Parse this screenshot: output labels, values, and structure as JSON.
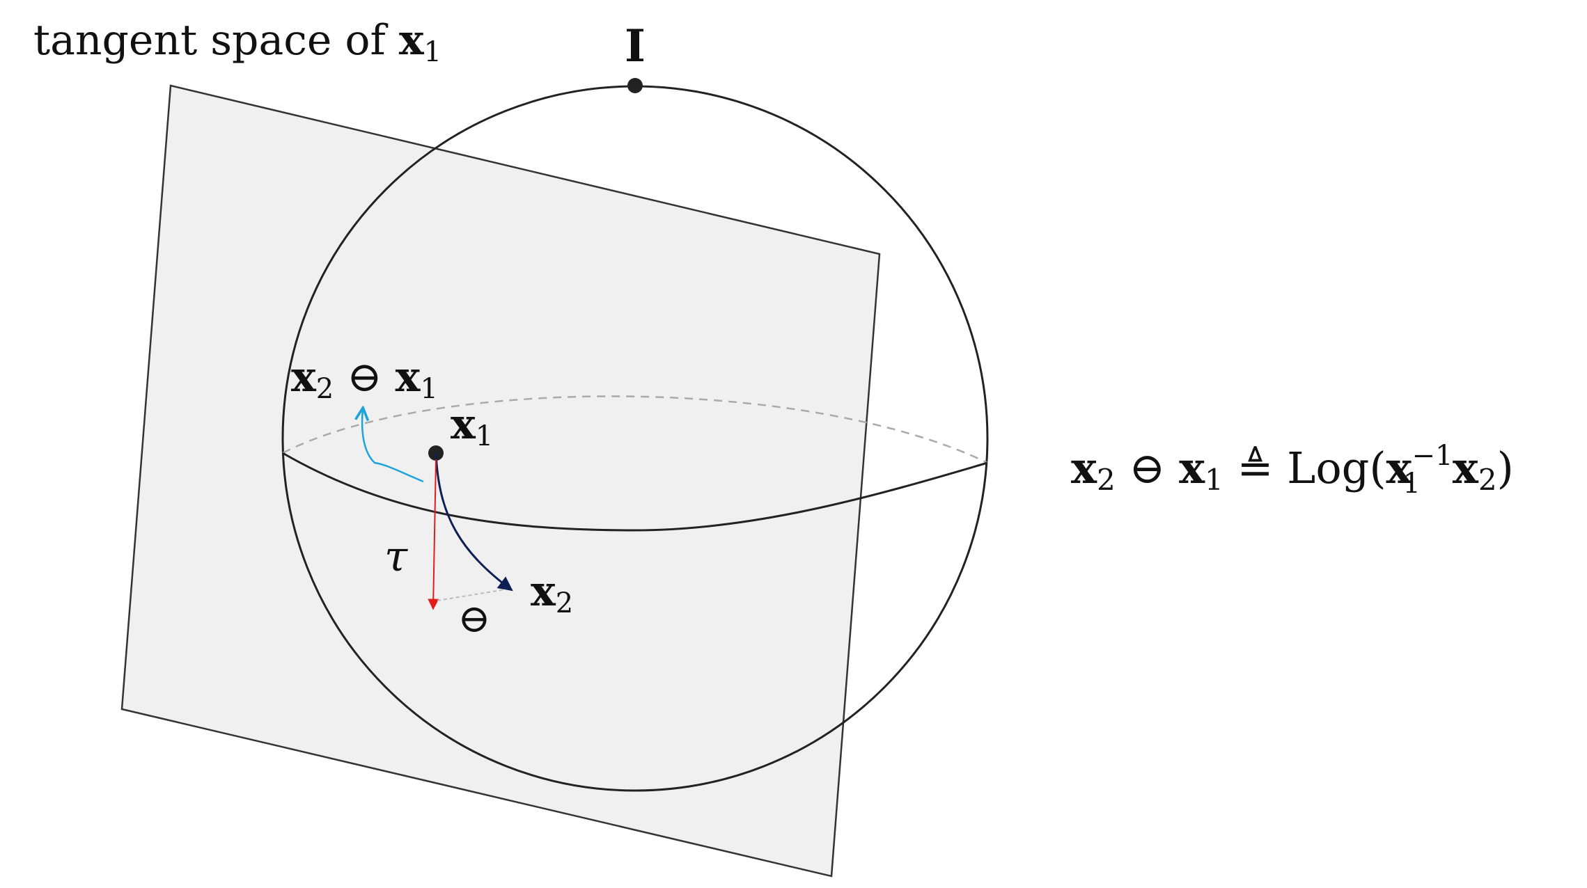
{
  "labels": {
    "title_text": "tangent space of ",
    "title_var": "x",
    "title_sub": "1",
    "identity": "I",
    "x1_var": "x",
    "x1_sub": "1",
    "x2_var": "x",
    "x2_sub": "2",
    "tau": "τ",
    "ominus": "⊖",
    "diff_a_var": "x",
    "diff_a_sub": "2",
    "diff_op": " ⊖ ",
    "diff_b_var": "x",
    "diff_b_sub": "1",
    "def_a_var": "x",
    "def_a_sub": "2",
    "def_op": " ⊖ ",
    "def_b_var": "x",
    "def_b_sub": "1",
    "def_eq": " ≜ Log(",
    "def_c_var": "x",
    "def_c_sub": "1",
    "def_c_sup": "−1",
    "def_d_var": "x",
    "def_d_sub": "2",
    "def_close": ")"
  },
  "colors": {
    "plane_fill": "#f0f0f0",
    "plane_stroke": "#333333",
    "sphere_stroke": "#222222",
    "equator_dashed": "#aaaaaa",
    "geodesic_arrow": "#0d1f55",
    "tangent_arrow": "#e41a1c",
    "diff_arrow": "#1ba3dd",
    "point": "#222222"
  }
}
